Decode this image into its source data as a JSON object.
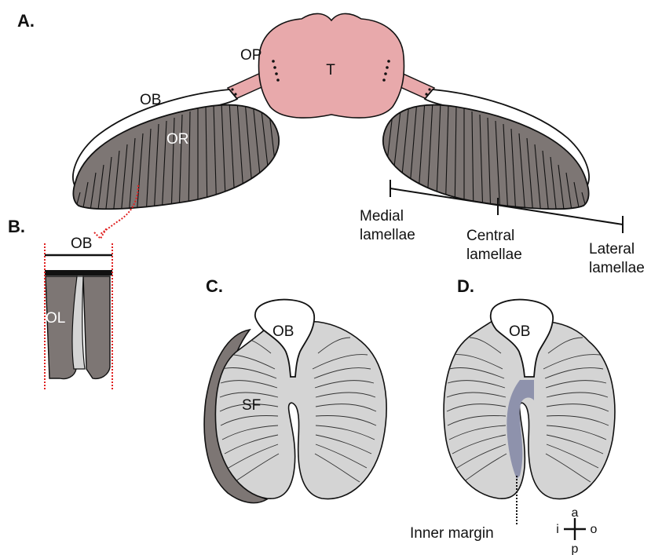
{
  "panels": {
    "a": "A.",
    "b": "B.",
    "c": "C.",
    "d": "D."
  },
  "labels": {
    "tectum": "T",
    "optic_pedicle": "OP",
    "olfactory_bulb": "OB",
    "olfactory_rosette": "OR",
    "olfactory_lamella": "OL",
    "sensory_field": "SF",
    "inner_margin": "Inner margin"
  },
  "lamellae": {
    "medial": [
      "Medial",
      "lamellae"
    ],
    "central": [
      "Central",
      "lamellae"
    ],
    "lateral": [
      "Lateral",
      "lamellae"
    ]
  },
  "compass": {
    "anterior": "a",
    "posterior": "p",
    "inner": "i",
    "outer": "o"
  },
  "colors": {
    "tectum": "#e8a9ab",
    "rosette": "#7d7674",
    "lamella_light": "#d4d4d4",
    "inner_margin_highlight": "#8e92ac",
    "guide_red": "#e02020"
  }
}
